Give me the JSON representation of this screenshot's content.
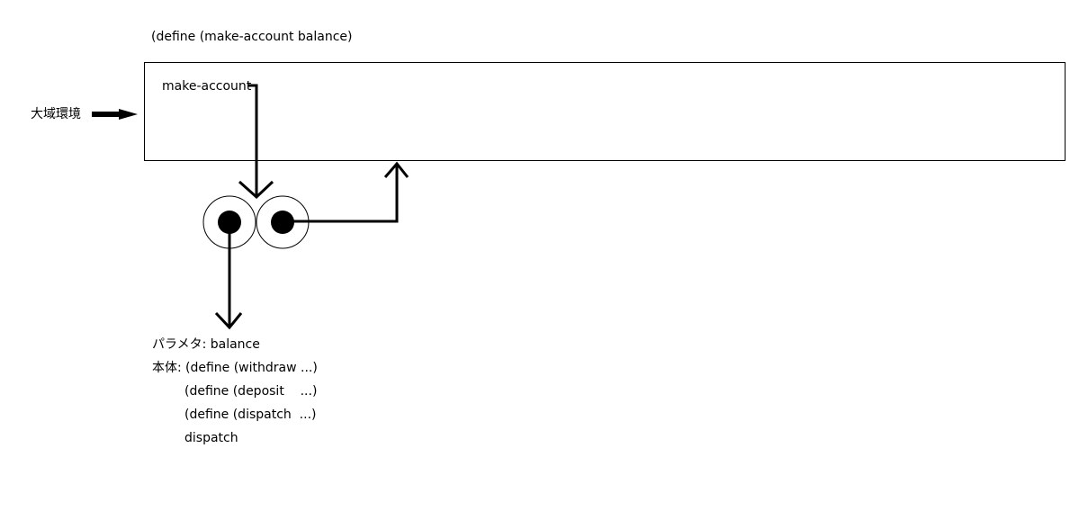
{
  "header_code": "(define (make-account balance)",
  "global_env": {
    "label": "大域環境",
    "binding_name": "make-account"
  },
  "procedure_object": {
    "parameter_line": "パラメタ: balance",
    "body_prefix": "本体: ",
    "body_lines": [
      "(define (withdraw ...)",
      "(define (deposit    ...)",
      "(define (dispatch  ...)",
      "dispatch"
    ]
  },
  "colors": {
    "stroke": "#000000",
    "background": "#ffffff"
  }
}
